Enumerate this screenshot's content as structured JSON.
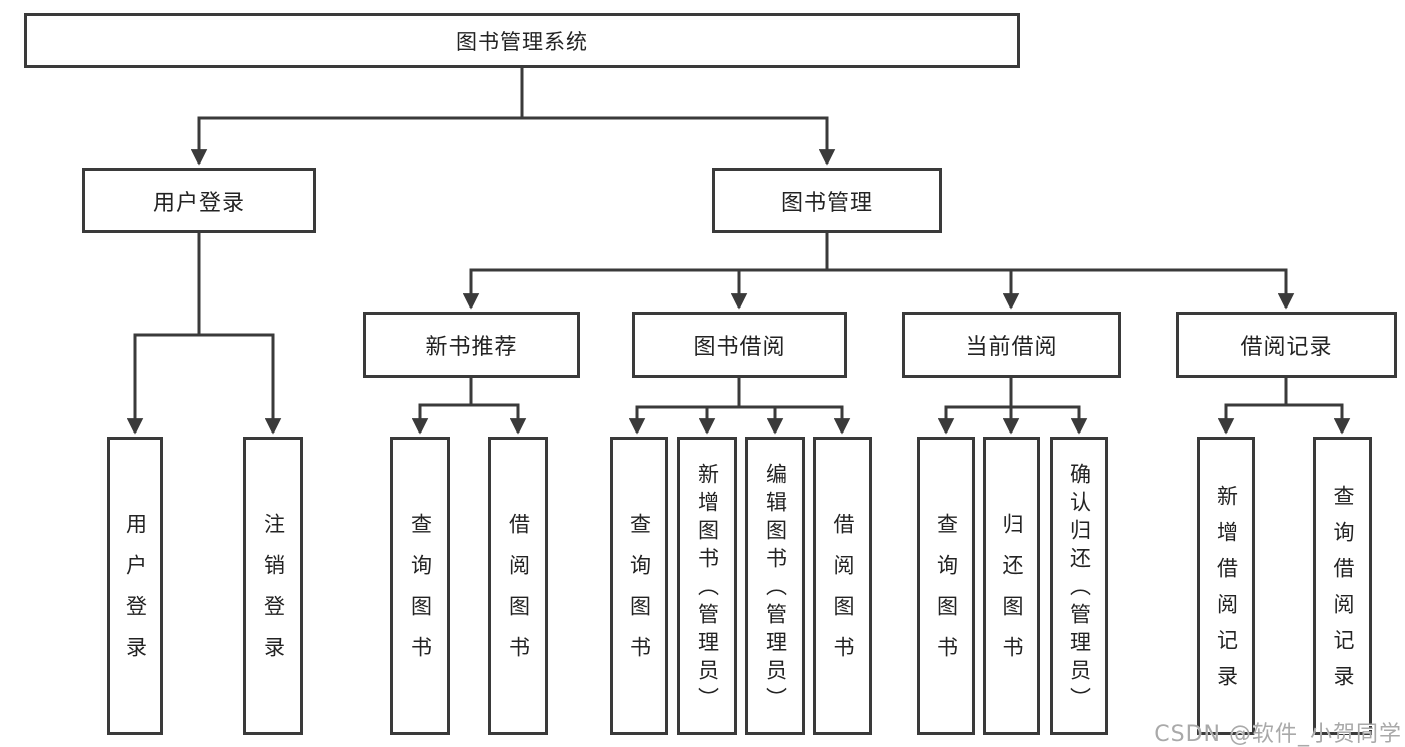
{
  "diagram_title": "图书管理系统",
  "nodes": {
    "root": {
      "label": "图书管理系统"
    },
    "user_login": {
      "label": "用户登录"
    },
    "book_mgmt": {
      "label": "图书管理"
    },
    "new_book_rec": {
      "label": "新书推荐"
    },
    "book_borrow": {
      "label": "图书借阅"
    },
    "current_borrow": {
      "label": "当前借阅"
    },
    "borrow_records": {
      "label": "借阅记录"
    },
    "leaf_user_login": {
      "label": "用户登录"
    },
    "leaf_logout": {
      "label": "注销登录"
    },
    "leaf_nbr_query": {
      "label": "查询图书"
    },
    "leaf_nbr_borrow": {
      "label": "借阅图书"
    },
    "leaf_bb_query": {
      "label": "查询图书"
    },
    "leaf_bb_add": {
      "label": "新增图书（管理员）"
    },
    "leaf_bb_edit": {
      "label": "编辑图书（管理员）"
    },
    "leaf_bb_borrow": {
      "label": "借阅图书"
    },
    "leaf_cb_query": {
      "label": "查询图书"
    },
    "leaf_cb_return": {
      "label": "归还图书"
    },
    "leaf_cb_confirm": {
      "label": "确认归还（管理员）"
    },
    "leaf_br_add": {
      "label": "新增借阅记录"
    },
    "leaf_br_query": {
      "label": "查询借阅记录"
    }
  },
  "hierarchy": {
    "图书管理系统": {
      "用户登录": [
        "用户登录",
        "注销登录"
      ],
      "图书管理": {
        "新书推荐": [
          "查询图书",
          "借阅图书"
        ],
        "图书借阅": [
          "查询图书",
          "新增图书（管理员）",
          "编辑图书（管理员）",
          "借阅图书"
        ],
        "当前借阅": [
          "查询图书",
          "归还图书",
          "确认归还（管理员）"
        ],
        "借阅记录": [
          "新增借阅记录",
          "查询借阅记录"
        ]
      }
    }
  },
  "watermark": {
    "text": "CSDN @软件_小贺同学"
  },
  "colors": {
    "background": "#ffffff",
    "line": "#3a3a3a",
    "box_border": "#3a3a3a",
    "text": "#232323",
    "watermark": "#a9a9a9"
  }
}
